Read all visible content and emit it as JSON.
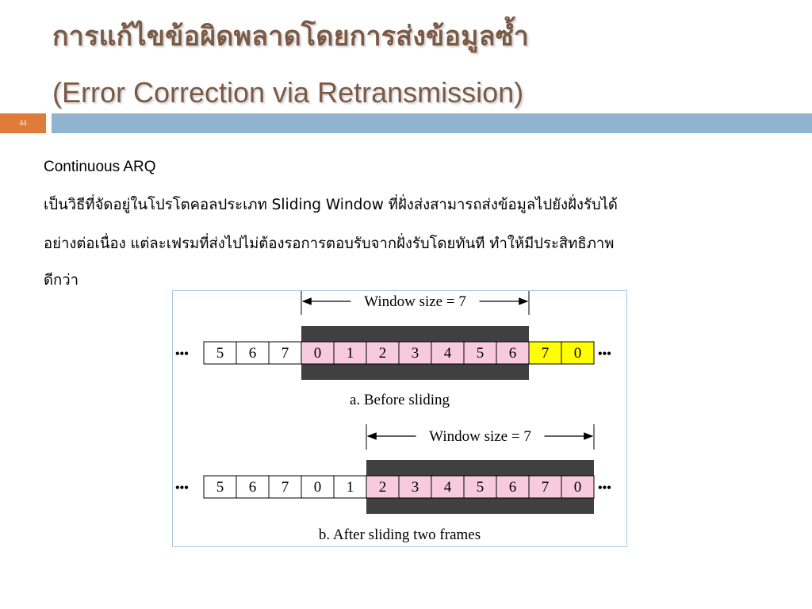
{
  "slide": {
    "title_thai": "การแก้ไขข้อผิดพลาดโดยการส่งข้อมูลซ้ำ",
    "title_en": "(Error Correction via Retransmission)",
    "number": "44"
  },
  "content": {
    "subtitle": "Continuous ARQ",
    "lines": [
      "เป็นวิธีที่จัดอยู่ในโปรโตคอลประเภท Sliding Window ที่ฝั่งส่งสามารถส่งข้อมูลไปยังฝั่งรับได้",
      "อย่างต่อเนื่อง แต่ละเฟรมที่ส่งไปไม่ต้องรอการตอบรับจากฝั่งรับโดยทันที ทำให้มีประสิทธิภาพ",
      "ดีกว่า"
    ]
  },
  "diagram": {
    "ellipsis": "•••",
    "colors": {
      "window": "#404040",
      "in_window": "#f7cbdc",
      "next": "#ffff00",
      "plain": "#ffffff"
    },
    "panels": [
      {
        "window_label": "Window size = 7",
        "caption": "a. Before sliding",
        "frames": [
          {
            "label": "5",
            "state": "plain"
          },
          {
            "label": "6",
            "state": "plain"
          },
          {
            "label": "7",
            "state": "plain"
          },
          {
            "label": "0",
            "state": "window"
          },
          {
            "label": "1",
            "state": "window"
          },
          {
            "label": "2",
            "state": "window"
          },
          {
            "label": "3",
            "state": "window"
          },
          {
            "label": "4",
            "state": "window"
          },
          {
            "label": "5",
            "state": "window"
          },
          {
            "label": "6",
            "state": "window"
          },
          {
            "label": "7",
            "state": "next"
          },
          {
            "label": "0",
            "state": "next"
          }
        ]
      },
      {
        "window_label": "Window size = 7",
        "caption": "b. After sliding two frames",
        "frames": [
          {
            "label": "5",
            "state": "plain"
          },
          {
            "label": "6",
            "state": "plain"
          },
          {
            "label": "7",
            "state": "plain"
          },
          {
            "label": "0",
            "state": "plain"
          },
          {
            "label": "1",
            "state": "plain"
          },
          {
            "label": "2",
            "state": "window"
          },
          {
            "label": "3",
            "state": "window"
          },
          {
            "label": "4",
            "state": "window"
          },
          {
            "label": "5",
            "state": "window"
          },
          {
            "label": "6",
            "state": "window"
          },
          {
            "label": "7",
            "state": "window"
          },
          {
            "label": "0",
            "state": "window"
          }
        ]
      }
    ]
  }
}
